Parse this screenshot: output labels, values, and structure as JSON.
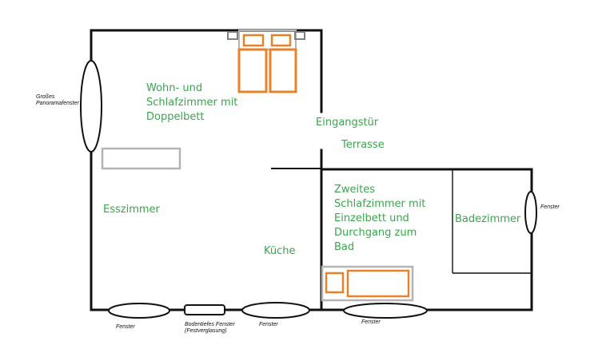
{
  "colors": {
    "walls": "#111111",
    "labels": "#3aa64c",
    "bed": "#e8822a",
    "furniture": "#b4b4b4",
    "furniture_dark": "#808080",
    "background": "#ffffff"
  },
  "rooms": {
    "wohn_schlaf": [
      "Wohn- und",
      "Schlafzimmer mit",
      "Doppelbett"
    ],
    "eingang": "Eingangstür",
    "terrasse": "Terrasse",
    "esszimmer": "Esszimmer",
    "kueche": "Küche",
    "zweites": [
      "Zweites",
      "Schlafzimmer mit",
      "Einzelbett und",
      "Durchgang zum",
      "Bad"
    ],
    "bad": "Badezimmer"
  },
  "windows": {
    "panorama": [
      "Großes",
      "Panoramafenster"
    ],
    "bad": "Fenster",
    "unten_links": "Fenster",
    "bodentief": [
      "Bodentiefes Fenster",
      "(Festverglasung)"
    ],
    "unten_mitte": "Fenster",
    "unten_rechts": "Fenster"
  }
}
